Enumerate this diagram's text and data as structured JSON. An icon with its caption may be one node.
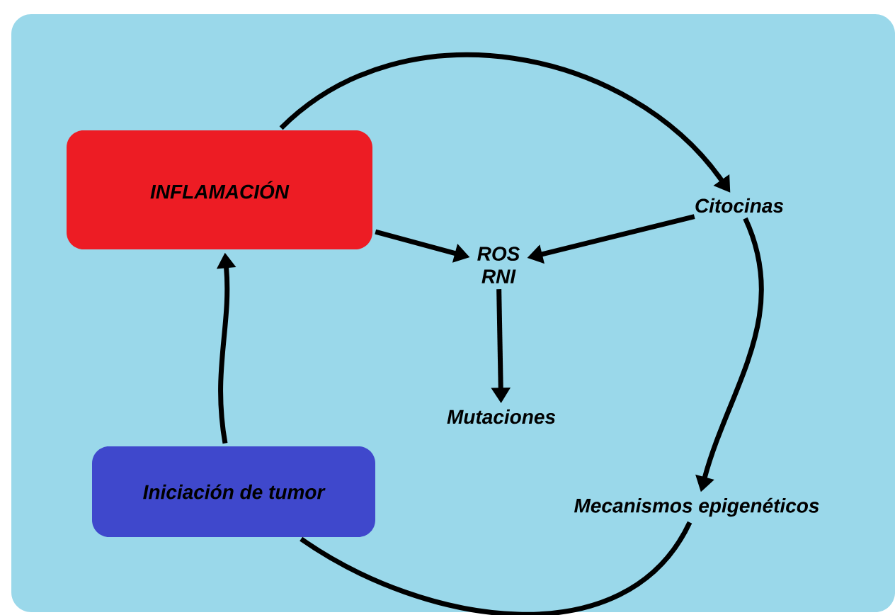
{
  "diagram": {
    "nodes": [
      {
        "text": [
          "INFLAMACIÓN"
        ]
      },
      {
        "text": [
          "Citocinas"
        ]
      },
      {
        "text": [
          "ROS RNI"
        ]
      },
      {
        "text": [
          "Mutaciones"
        ]
      },
      {
        "text": [
          "Iniciación de tumor"
        ]
      },
      {
        "text": [
          "Mecanismos epigenéticos"
        ]
      }
    ],
    "edges": [
      {
        "from": 0,
        "to": 1,
        "arrow": "to"
      },
      {
        "from": 1,
        "to": 5,
        "arrow": "to"
      },
      {
        "from": 5,
        "to": 4,
        "arrow": "none"
      },
      {
        "from": 4,
        "to": 0,
        "arrow": "to"
      },
      {
        "from": 0,
        "to": 2,
        "arrow": "to"
      },
      {
        "from": 1,
        "to": 2,
        "arrow": "to"
      },
      {
        "from": 2,
        "to": 3,
        "arrow": "to"
      }
    ]
  }
}
